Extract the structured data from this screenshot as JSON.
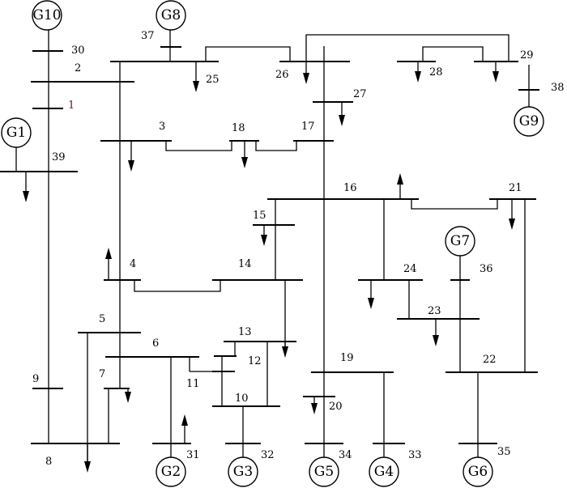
{
  "generators": [
    "G10",
    "G8",
    "G1",
    "G9",
    "G7",
    "G2",
    "G3",
    "G5",
    "G4",
    "G6"
  ],
  "bus_labels": [
    "30",
    "37",
    "2",
    "1",
    "25",
    "26",
    "29",
    "28",
    "38",
    "27",
    "3",
    "18",
    "17",
    "39",
    "16",
    "21",
    "15",
    "4",
    "14",
    "24",
    "36",
    "23",
    "5",
    "6",
    "13",
    "12",
    "11",
    "10",
    "19",
    "22",
    "9",
    "7",
    "20",
    "31",
    "32",
    "34",
    "33",
    "35",
    "8"
  ]
}
